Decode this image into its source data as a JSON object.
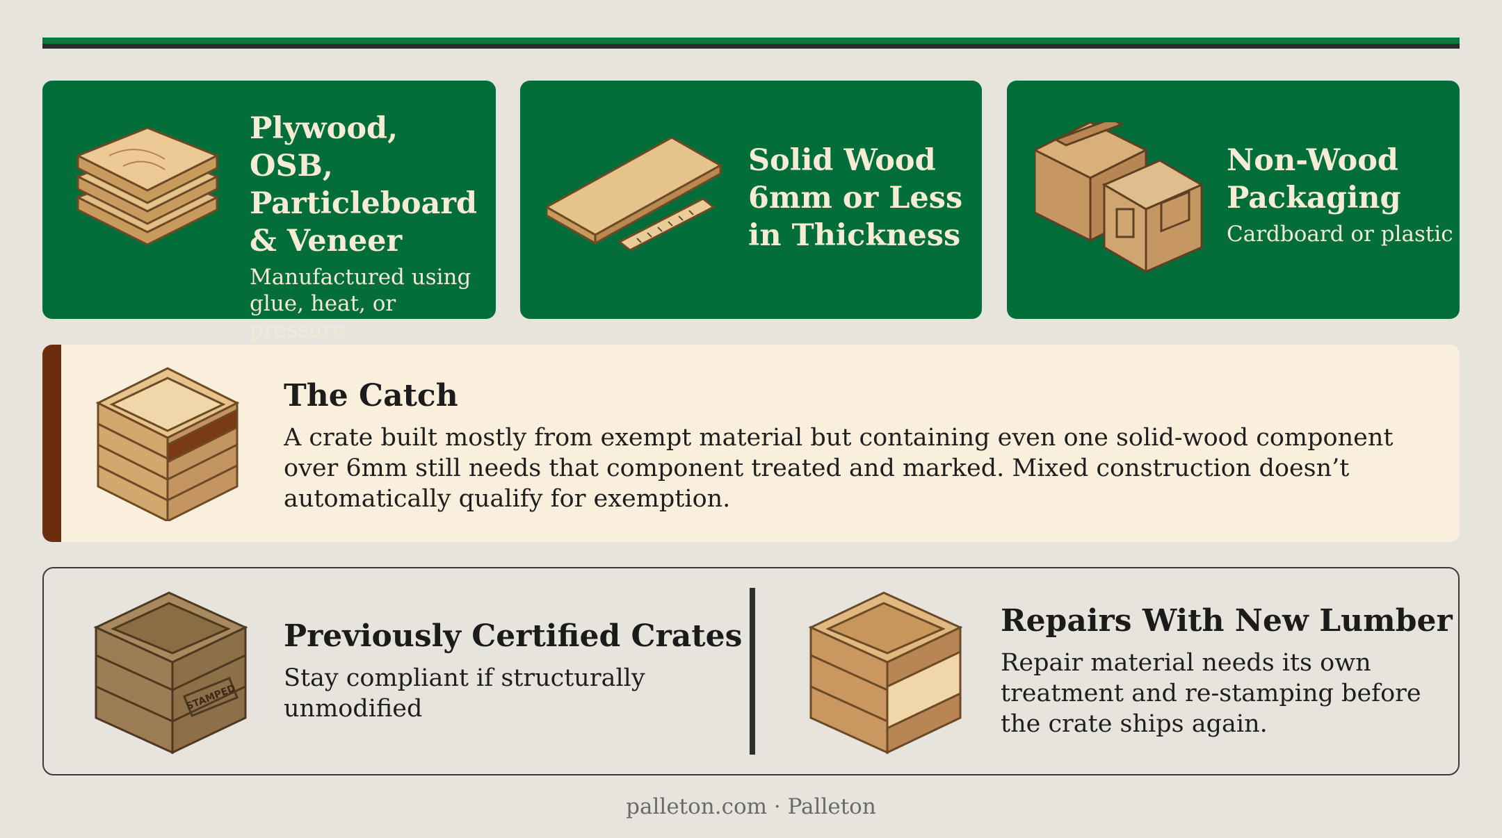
{
  "cards": [
    {
      "title": "Plywood, OSB, Particleboard & Veneer",
      "desc": "Manufactured using glue, heat, or pressure",
      "icon": "plywood-stack-icon"
    },
    {
      "title": "Solid Wood 6mm or Less in Thickness",
      "desc": "",
      "icon": "thin-board-ruler-icon"
    },
    {
      "title": "Non-Wood Packaging",
      "desc": "Cardboard or plastic",
      "icon": "cardboard-plastic-box-icon"
    }
  ],
  "catch": {
    "title": "The Catch",
    "body": "A crate built mostly from exempt material but containing even one solid-wood component over 6mm still needs that component treated and marked. Mixed construction doesn’t automatically qualify for exemption.",
    "icon": "mixed-crate-icon"
  },
  "bottom": {
    "left": {
      "title": "Previously Certified Crates",
      "desc": "Stay compliant if structurally unmodified",
      "stamp": "STAMPED",
      "icon": "stamped-crate-icon"
    },
    "right": {
      "title": "Repairs With New Lumber",
      "desc": "Repair material needs its own treatment and re-stamping before the crate ships again.",
      "icon": "repaired-crate-icon"
    }
  },
  "footer": "palleton.com · Palleton",
  "colors": {
    "green": "#036e3a",
    "cream": "#f9efdc",
    "accent_brown": "#6b2c10",
    "background": "#e7e4de"
  }
}
